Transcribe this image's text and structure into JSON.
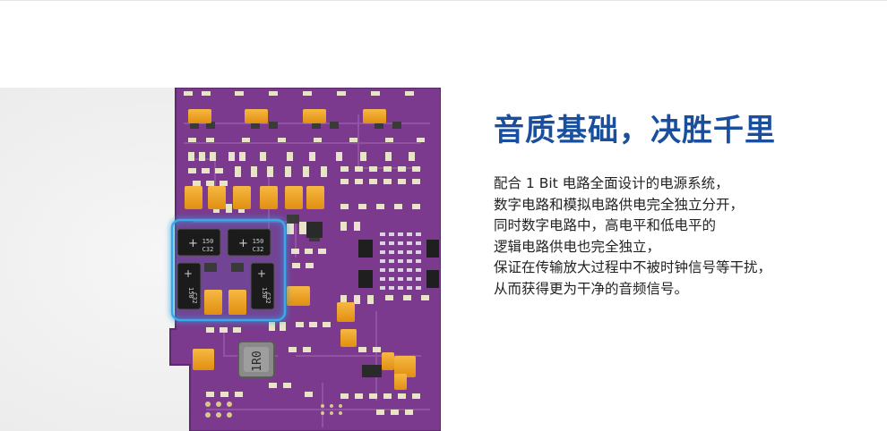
{
  "headline": "音质基础，决胜千里",
  "body_lines": [
    "配合 1 Bit 电路全面设计的电源系统，",
    "数字电路和模拟电路供电完全独立分开，",
    "同时数字电路中，高电平和低电平的",
    "逻辑电路供电也完全独立，",
    "保证在传输放大过程中不被时钟信号等干扰，",
    "从而获得更为干净的音频信号。"
  ],
  "board_markings": {
    "cap_left": [
      "150",
      "C32"
    ],
    "cap_right": [
      "150",
      "C32"
    ],
    "cap_lower_left": [
      "150",
      "C32"
    ],
    "cap_lower_right": [
      "150",
      "C32"
    ],
    "inductor": "1R0"
  },
  "colors": {
    "headline": "#1a4f9e",
    "body_text": "#222222",
    "pcb_purple": "#7a3a8a",
    "highlight": "#2a9fe0",
    "tantalum": "#f0a21c"
  }
}
